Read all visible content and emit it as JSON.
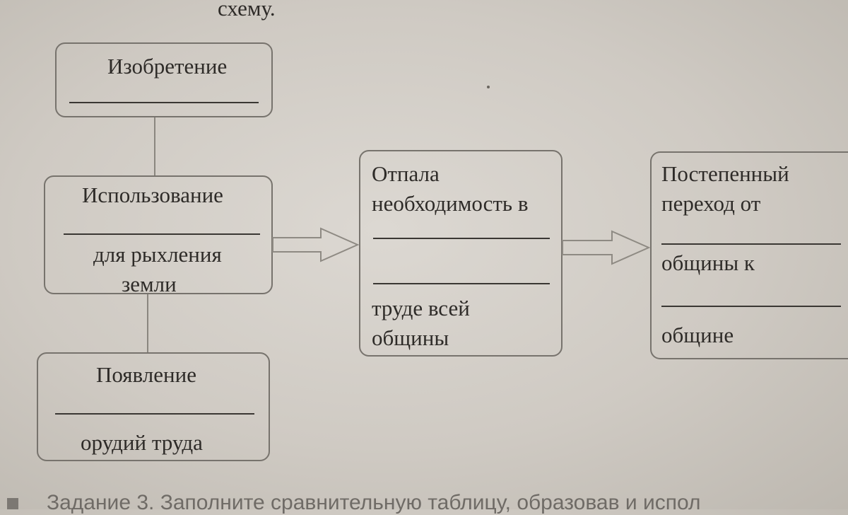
{
  "header": {
    "fragment": "схему."
  },
  "boxes": {
    "invention": {
      "line1": "Изобретение"
    },
    "usage": {
      "line1": "Использование",
      "line2": "для рыхления",
      "line3": "земли"
    },
    "appearance": {
      "line1": "Появление",
      "line2": "орудий труда"
    },
    "need": {
      "line1": "Отпала",
      "line2": "необходимость в",
      "line3": "труде всей",
      "line4": "общины"
    },
    "transition": {
      "line1": "Постепенный",
      "line2": "переход от",
      "line3": "общины к",
      "line4": "общине"
    }
  },
  "footer": {
    "fragment": "Задание 3. Заполните сравнительную таблицу, образовав и испол"
  }
}
